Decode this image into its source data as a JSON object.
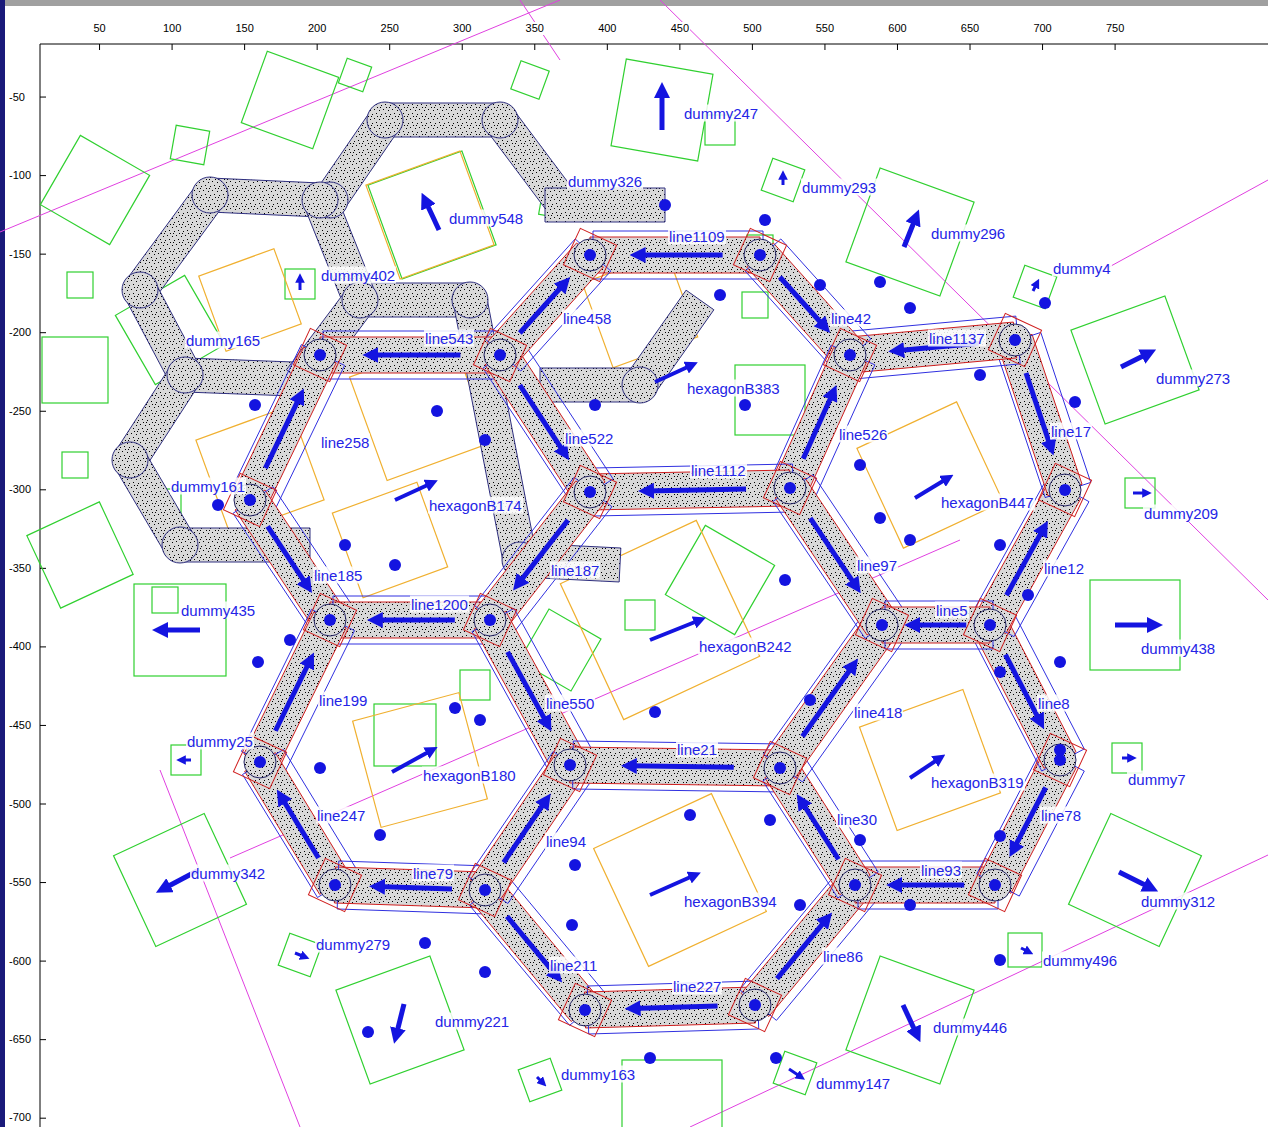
{
  "diagram": {
    "labels": [
      "50",
      "100",
      "150",
      "200",
      "250",
      "300",
      "350",
      "400",
      "450",
      "500",
      "550",
      "600",
      "650",
      "700",
      "750",
      "-50",
      "-100",
      "-150",
      "-200",
      "-250",
      "-300",
      "-350",
      "-400",
      "-450",
      "-500",
      "-550",
      "-600",
      "-650",
      "-700",
      "dummy247",
      "dummy326",
      "dummy293",
      "dummy548",
      "line1109",
      "dummy296",
      "dummy402",
      "dummy4",
      "line458",
      "line42",
      "dummy165",
      "line543",
      "line1137",
      "dummy273",
      "hexagonB383",
      "line17",
      "line526",
      "line522",
      "line258",
      "line1112",
      "hexagonB447",
      "dummy161",
      "hexagonB174",
      "dummy209",
      "line187",
      "line97",
      "line12",
      "line185",
      "dummy435",
      "line1200",
      "line5",
      "dummy438",
      "hexagonB242",
      "line199",
      "line550",
      "line418",
      "line8",
      "dummy25",
      "line21",
      "hexagonB180",
      "hexagonB319",
      "dummy7",
      "line247",
      "line30",
      "line78",
      "line94",
      "dummy342",
      "line79",
      "line93",
      "hexagonB394",
      "dummy312",
      "dummy279",
      "line86",
      "dummy496",
      "line211",
      "line227",
      "dummy221",
      "dummy446",
      "dummy163",
      "dummy147"
    ]
  }
}
